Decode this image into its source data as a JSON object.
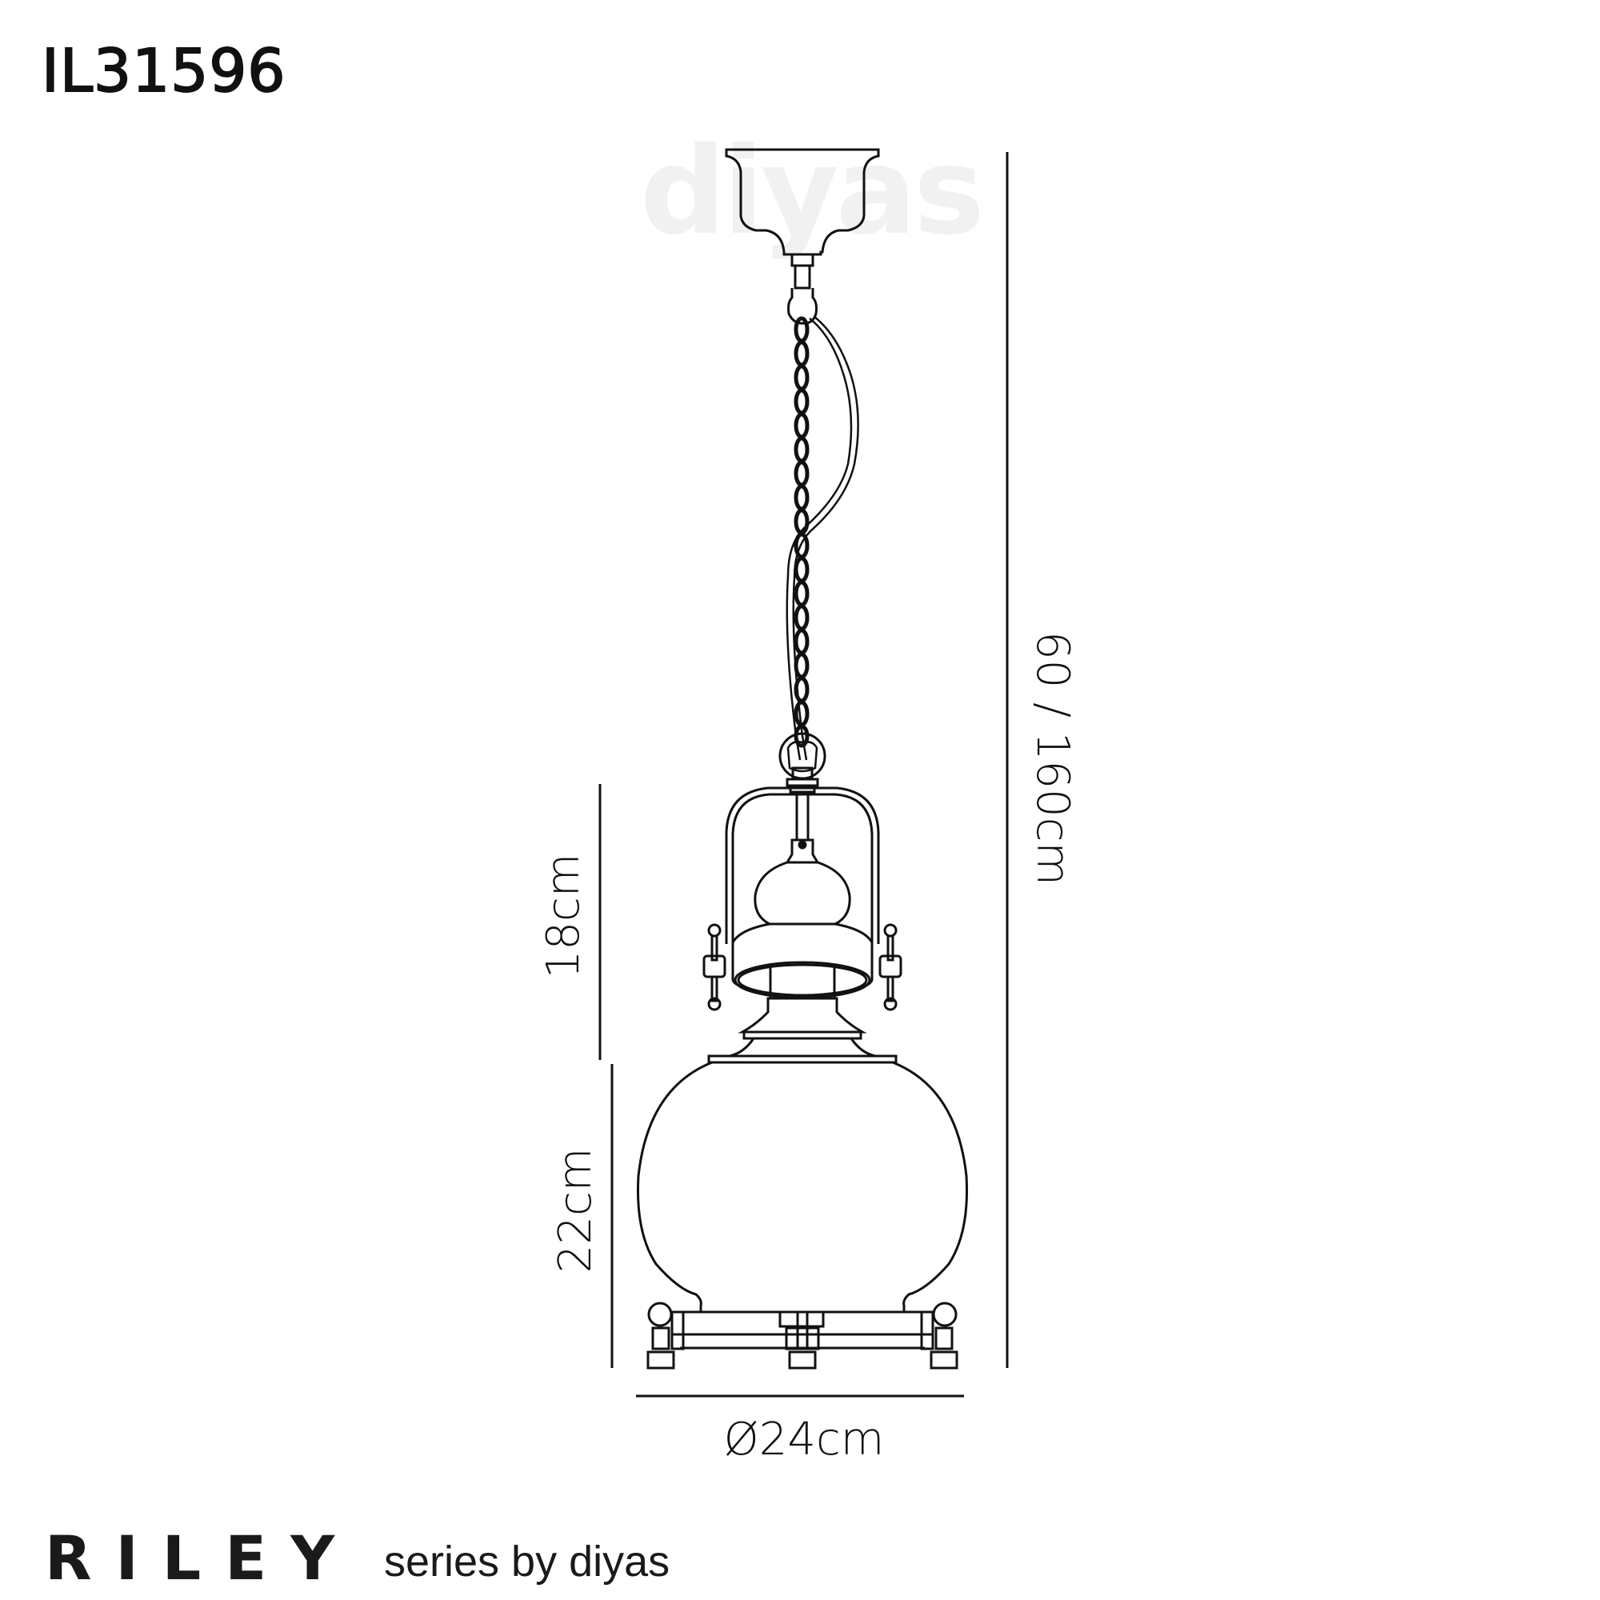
{
  "product": {
    "code": "IL31596",
    "series_name": "RILEY",
    "series_subtitle": "series by diyas",
    "watermark": "diyas"
  },
  "dimensions": {
    "overall_height": "60 / 160cm",
    "upper_section_height": "18cm",
    "globe_height": "22cm",
    "diameter": "Ø24cm"
  },
  "drawing": {
    "subject": "pendant lamp technical line drawing",
    "parts": [
      "ceiling-canopy",
      "chain",
      "cable",
      "ring-connector",
      "yoke-bracket",
      "gourd-holder",
      "glass-globe",
      "base-frame"
    ],
    "line_color": "#111111",
    "background": "#ffffff"
  }
}
